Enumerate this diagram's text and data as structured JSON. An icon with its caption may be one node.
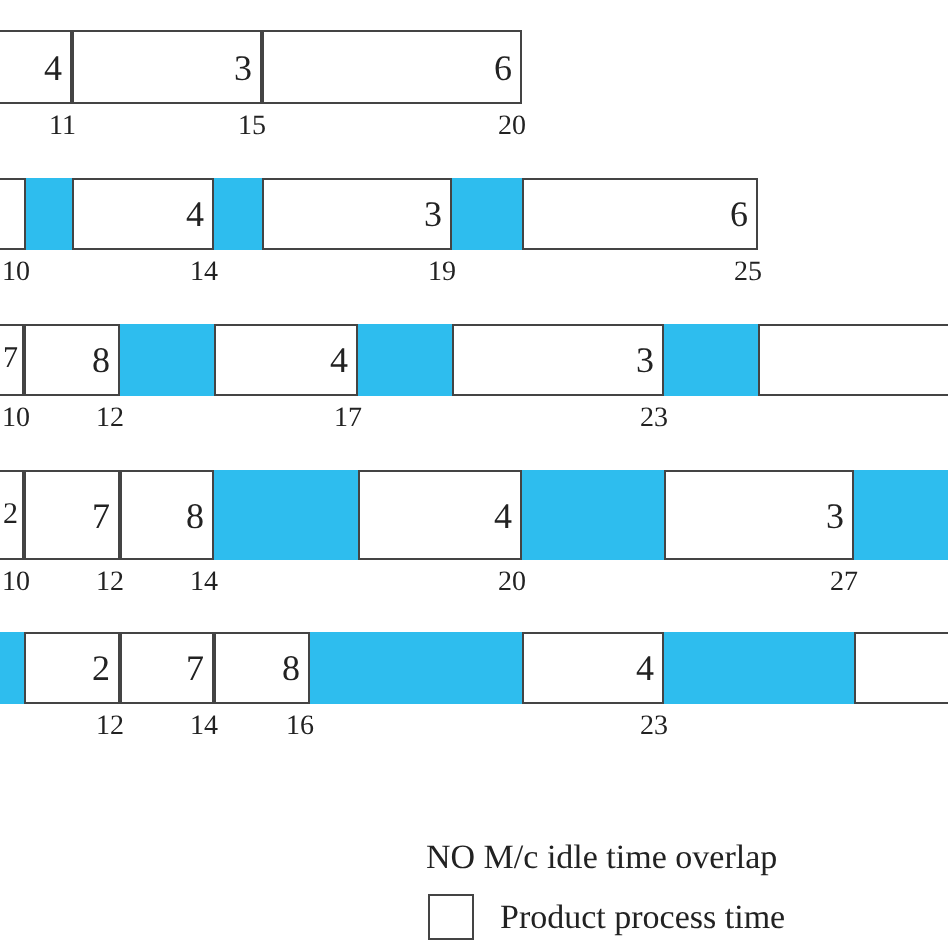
{
  "diagram": {
    "nodes": [
      {
        "text": [
          "4"
        ],
        "beside": [
          "11"
        ]
      },
      {
        "text": [
          "3"
        ],
        "beside": [
          "15"
        ]
      },
      {
        "text": [
          "6"
        ],
        "beside": [
          "20"
        ]
      },
      {
        "text": [],
        "shape": "box",
        "beside": [
          "10"
        ]
      },
      {
        "text": [],
        "shape": "bar"
      },
      {
        "text": [
          "4"
        ],
        "beside": [
          "14"
        ]
      },
      {
        "text": [],
        "shape": "bar"
      },
      {
        "text": [
          "3"
        ],
        "beside": [
          "19"
        ]
      },
      {
        "text": [],
        "shape": "bar"
      },
      {
        "text": [
          "6"
        ],
        "beside": [
          "25"
        ]
      },
      {
        "text": [
          "7"
        ],
        "beside": [
          "10"
        ]
      },
      {
        "text": [
          "8"
        ],
        "beside": [
          "12"
        ]
      },
      {
        "text": [],
        "shape": "bar"
      },
      {
        "text": [
          "4"
        ],
        "beside": [
          "17"
        ]
      },
      {
        "text": [],
        "shape": "bar"
      },
      {
        "text": [
          "3"
        ],
        "beside": [
          "23"
        ]
      },
      {
        "text": [],
        "shape": "bar"
      },
      {
        "text": [],
        "shape": "box"
      },
      {
        "text": [
          "2"
        ],
        "beside": [
          "10"
        ]
      },
      {
        "text": [
          "7"
        ],
        "beside": [
          "12"
        ]
      },
      {
        "text": [
          "8"
        ],
        "beside": [
          "14"
        ]
      },
      {
        "text": [],
        "shape": "bar"
      },
      {
        "text": [
          "4"
        ],
        "beside": [
          "20"
        ]
      },
      {
        "text": [],
        "shape": "bar"
      },
      {
        "text": [
          "3"
        ],
        "beside": [
          "27"
        ]
      },
      {
        "text": [],
        "shape": "bar"
      },
      {
        "text": [],
        "shape": "bar"
      },
      {
        "text": [
          "2"
        ],
        "beside": [
          "12"
        ]
      },
      {
        "text": [
          "7"
        ],
        "beside": [
          "14"
        ]
      },
      {
        "text": [
          "8"
        ],
        "beside": [
          "16"
        ]
      },
      {
        "text": [],
        "shape": "bar"
      },
      {
        "text": [
          "4"
        ],
        "beside": [
          "23"
        ]
      },
      {
        "text": [],
        "shape": "bar"
      },
      {
        "text": [],
        "shape": "box"
      }
    ],
    "legend": [
      {
        "text": "NO M/c idle time overlap"
      },
      {
        "text": "Product process time"
      }
    ]
  }
}
